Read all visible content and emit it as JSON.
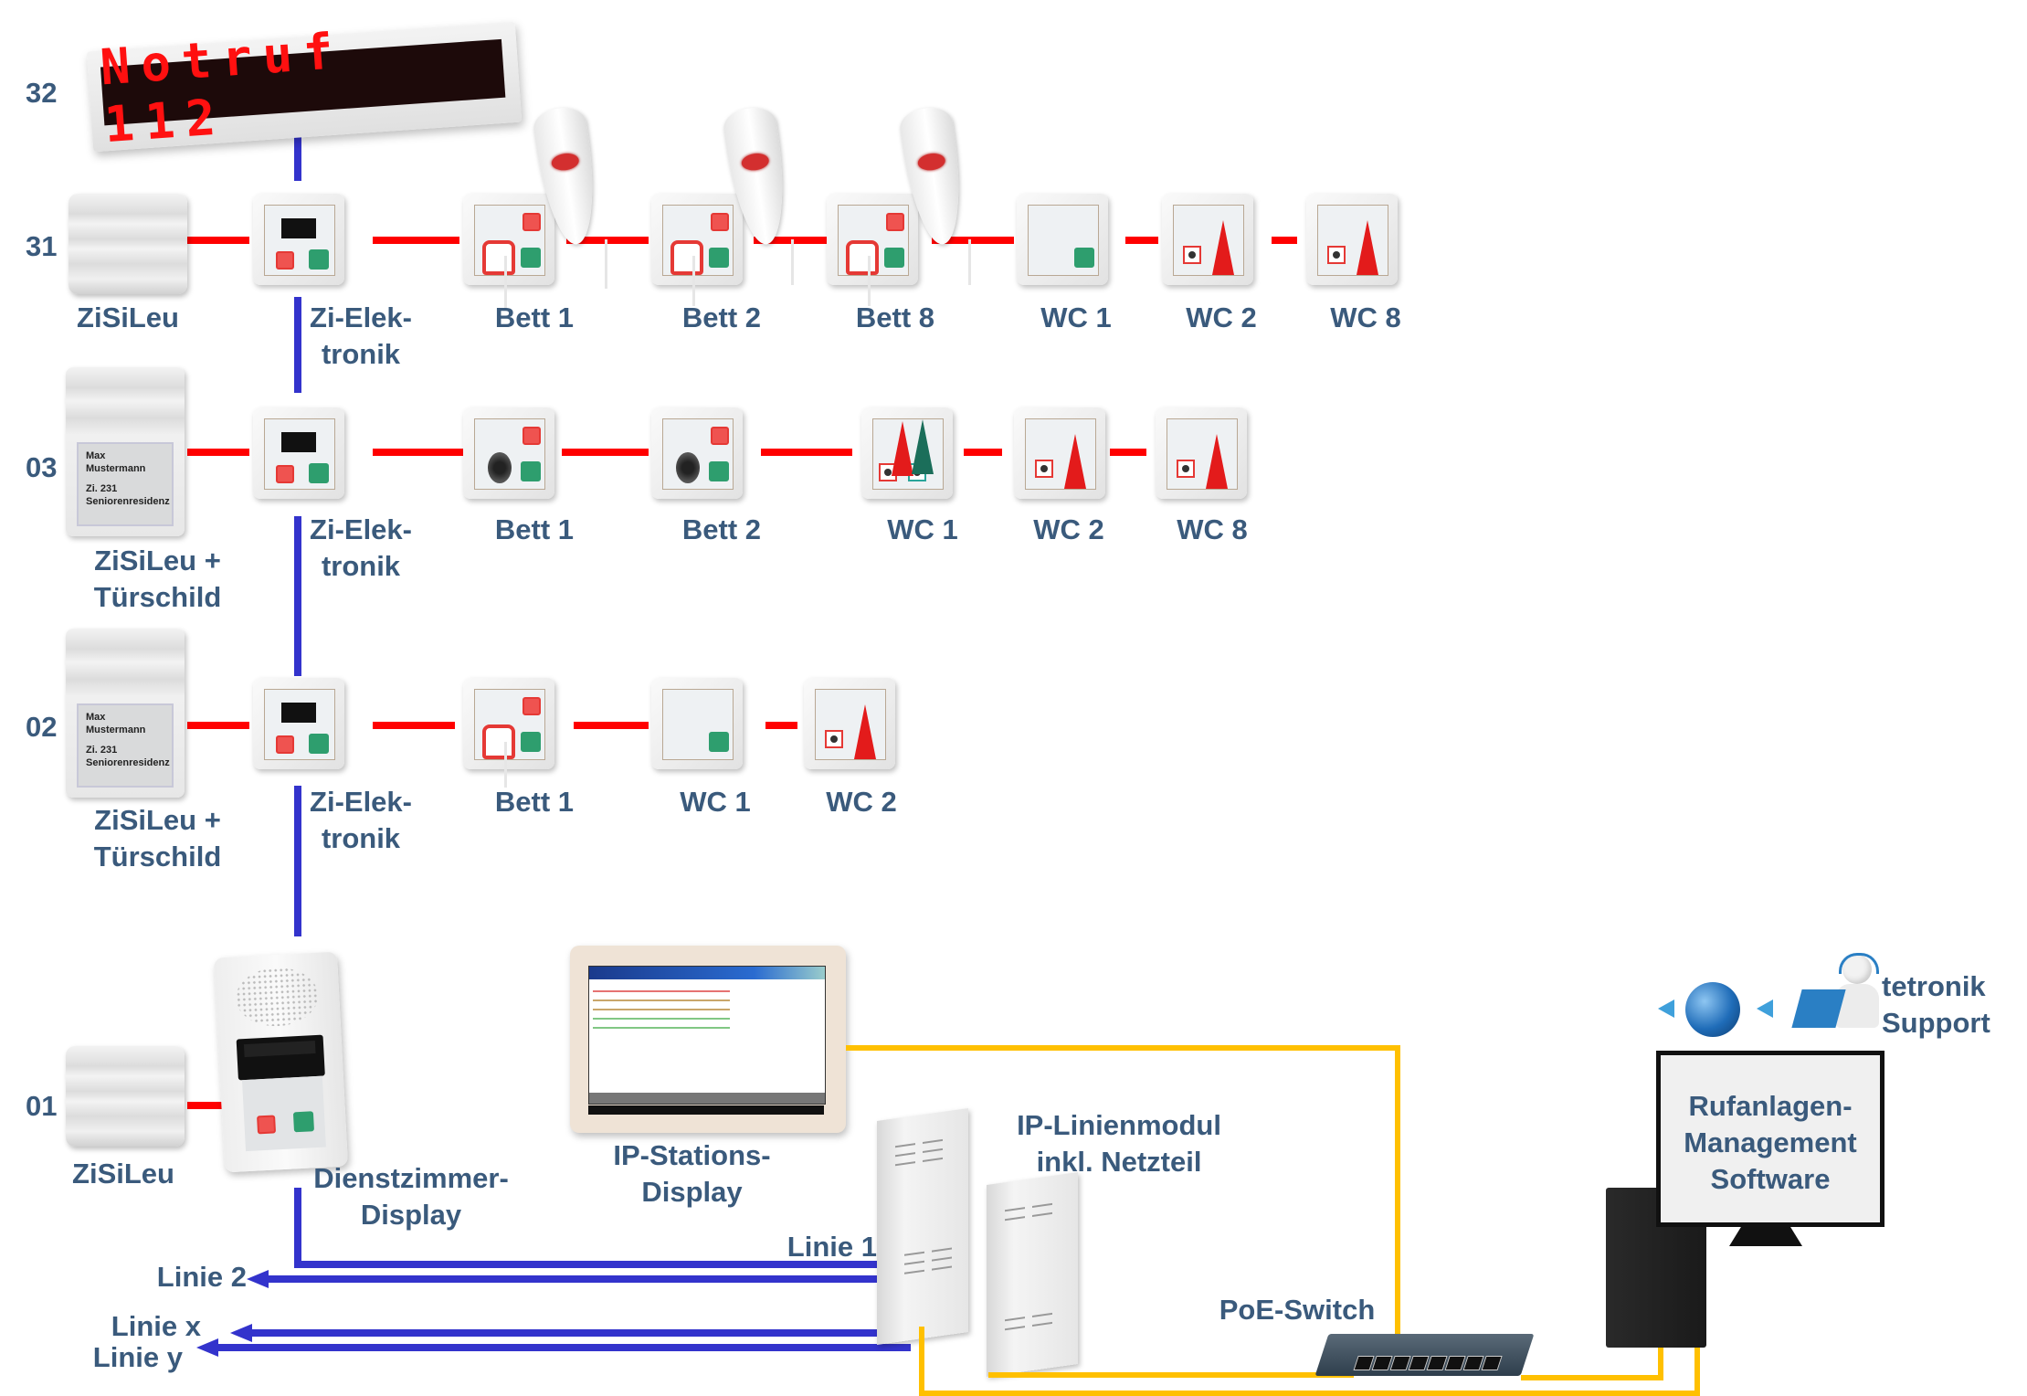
{
  "colors": {
    "label": "#3a5a7c",
    "room_bus": "#ff0000",
    "line_bus": "#3333cc",
    "ethernet": "#ffc000"
  },
  "rows": [
    {
      "number": "32",
      "devices": [
        {
          "type": "corridor-display",
          "text": "Notruf 112"
        }
      ]
    },
    {
      "number": "31",
      "devices": [
        {
          "type": "zisileu",
          "label": "ZiSiLeu"
        },
        {
          "type": "zi-elektronik",
          "label": "Zi-Elek-\ntronik"
        },
        {
          "type": "bed",
          "label": "Bett 1"
        },
        {
          "type": "bed",
          "label": "Bett 2"
        },
        {
          "type": "bed",
          "label": "Bett 8"
        },
        {
          "type": "wc-reset",
          "label": "WC 1"
        },
        {
          "type": "wc-pull",
          "label": "WC 2"
        },
        {
          "type": "wc-pull",
          "label": "WC 8"
        }
      ]
    },
    {
      "number": "03",
      "devices": [
        {
          "type": "zisileu-door",
          "label": "ZiSiLeu +\nTürschild"
        },
        {
          "type": "zi-elektronik",
          "label": "Zi-Elek-\ntronik"
        },
        {
          "type": "bed-socket",
          "label": "Bett 1"
        },
        {
          "type": "bed-socket",
          "label": "Bett 2"
        },
        {
          "type": "wc-pull-double",
          "label": "WC 1"
        },
        {
          "type": "wc-pull",
          "label": "WC 2"
        },
        {
          "type": "wc-pull",
          "label": "WC 8"
        }
      ]
    },
    {
      "number": "02",
      "devices": [
        {
          "type": "zisileu-door",
          "label": "ZiSiLeu +\nTürschild"
        },
        {
          "type": "zi-elektronik",
          "label": "Zi-Elek-\ntronik"
        },
        {
          "type": "bed",
          "label": "Bett 1"
        },
        {
          "type": "wc-reset",
          "label": "WC 1"
        },
        {
          "type": "wc-pull",
          "label": "WC 2"
        }
      ]
    },
    {
      "number": "01",
      "devices": [
        {
          "type": "zisileu",
          "label": "ZiSiLeu"
        },
        {
          "type": "duty-room-display",
          "label": "Dienstzimmer-\nDisplay"
        }
      ]
    }
  ],
  "door_sign": {
    "line1": "Max",
    "line2": "Mustermann",
    "line3": "Zi. 231",
    "line4": "Seniorenresidenz"
  },
  "notruf_display": "Notruf 112",
  "network": {
    "ip_station_display": "IP-Stations-\nDisplay",
    "ip_line_module": "IP-Linienmodul\ninkl. Netzteil",
    "poe_switch": "PoE-Switch",
    "management_software": "Rufanlagen-\nManagement\nSoftware",
    "support": "tetronik\nSupport"
  },
  "lines": {
    "linie1": "Linie 1",
    "linie2": "Linie 2",
    "linie_x": "Linie x",
    "linie_y": "Linie y"
  }
}
